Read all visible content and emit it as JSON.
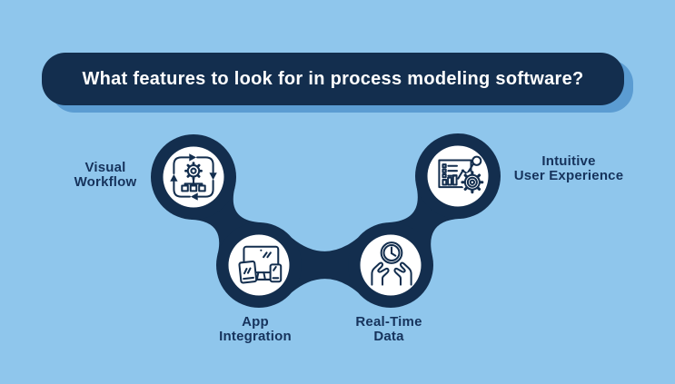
{
  "header": {
    "title": "What features to look for in process modeling software?"
  },
  "colors": {
    "background": "#8FC6EC",
    "navy": "#132E4E",
    "shadow_blue": "#5B9CD2",
    "label_text": "#16335C",
    "node_inner": "#FFFFFF"
  },
  "nodes": [
    {
      "id": "visual-workflow",
      "icon": "workflow-cycle-icon",
      "label": "Visual Workflow",
      "label_lines": [
        "Visual",
        "Workflow"
      ]
    },
    {
      "id": "app-integration",
      "icon": "devices-icon",
      "label": "App Integration",
      "label_lines": [
        "App",
        "Integration"
      ]
    },
    {
      "id": "real-time-data",
      "icon": "hands-clock-icon",
      "label": "Real-Time Data",
      "label_lines": [
        "Real-Time",
        "Data"
      ]
    },
    {
      "id": "intuitive-ux",
      "icon": "dashboard-gear-icon",
      "label": "Intuitive User Experience",
      "label_lines": [
        "Intuitive",
        "User Experience"
      ]
    }
  ]
}
